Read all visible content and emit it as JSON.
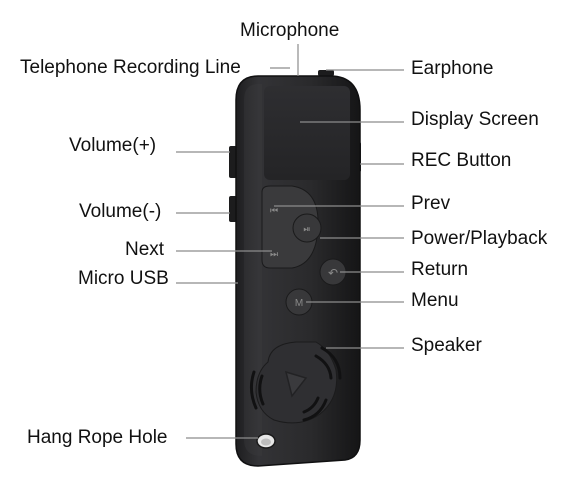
{
  "labels": {
    "microphone": "Microphone",
    "telephone_recording_line": "Telephone Recording Line",
    "earphone": "Earphone",
    "display_screen": "Display Screen",
    "volume_up": "Volume(+)",
    "rec_button": "REC Button",
    "volume_down": "Volume(-)",
    "prev": "Prev",
    "next": "Next",
    "power_playback": "Power/Playback",
    "micro_usb": "Micro USB",
    "return": "Return",
    "menu": "Menu",
    "speaker": "Speaker",
    "hang_rope_hole": "Hang Rope Hole"
  },
  "button_glyphs": {
    "prev": "⏮",
    "play_pause": "⏯",
    "next": "⏭",
    "return": "↶",
    "menu": "M"
  },
  "colors": {
    "device_body": "#2b2b2d",
    "device_edge": "#151516",
    "button": "#3a3a3c",
    "glyph": "#8a8a8a",
    "leader_line": "#8c8c8c",
    "text": "#111111"
  }
}
